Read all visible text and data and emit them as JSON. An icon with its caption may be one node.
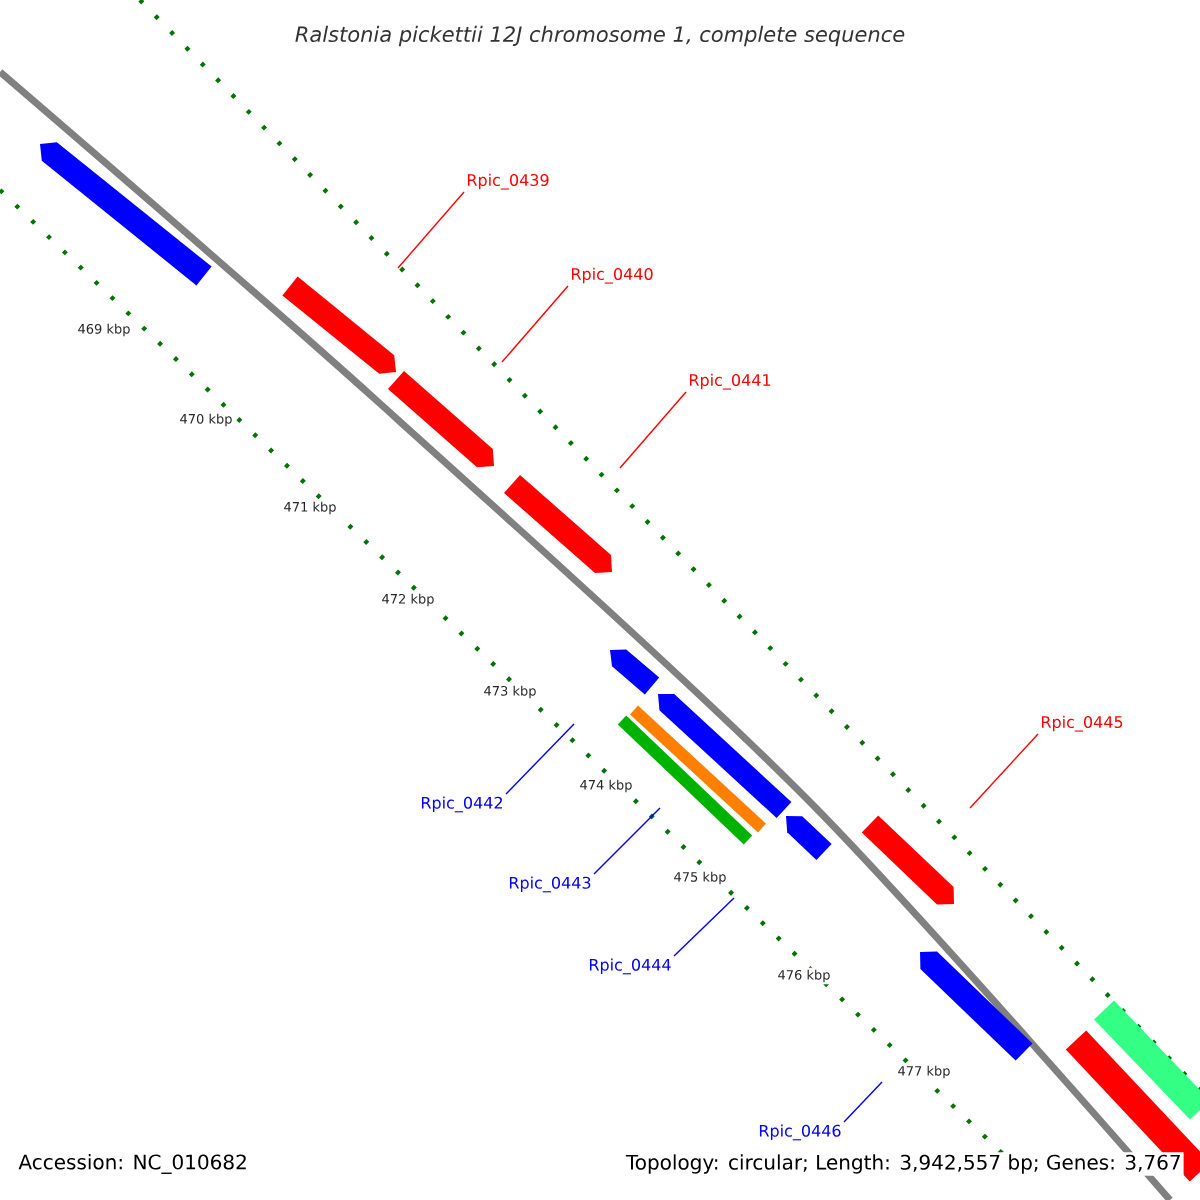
{
  "diagram": {
    "title": "Ralstonia pickettii 12J chromosome 1, complete sequence",
    "nodes": [
      {
        "text": [
          "Rpic_0439"
        ]
      },
      {
        "text": [
          "Rpic_0440"
        ]
      },
      {
        "text": [
          "Rpic_0441"
        ]
      },
      {
        "text": [
          "Rpic_0442"
        ]
      },
      {
        "text": [
          "Rpic_0443"
        ]
      },
      {
        "text": [
          "Rpic_0445"
        ]
      },
      {
        "text": [
          "Rpic_0444"
        ]
      },
      {
        "text": [
          "Rpic_0446"
        ]
      }
    ],
    "edges": [
      {
        "from": 0,
        "to": null,
        "arrow": "none",
        "color": "#ff0000"
      },
      {
        "from": 1,
        "to": null,
        "arrow": "none",
        "color": "#ff0000"
      },
      {
        "from": 2,
        "to": null,
        "arrow": "none",
        "color": "#ff0000"
      },
      {
        "from": 3,
        "to": null,
        "arrow": "none",
        "color": "#0000ff"
      },
      {
        "from": 4,
        "to": null,
        "arrow": "none",
        "color": "#0000ff"
      },
      {
        "from": 5,
        "to": null,
        "arrow": "none",
        "color": "#ff0000"
      },
      {
        "from": 6,
        "to": null,
        "arrow": "none",
        "color": "#0000ff"
      },
      {
        "from": 7,
        "to": null,
        "arrow": "none",
        "color": "#0000ff"
      }
    ],
    "labels": [
      "469 kbp",
      "470 kbp",
      "471 kbp",
      "472 kbp",
      "473 kbp",
      "474 kbp",
      "475 kbp",
      "476 kbp",
      "477 kbp",
      "Accession: NC_010682",
      "Topology: circular; Length: 3,942,557 bp; Genes: 3,767"
    ]
  }
}
